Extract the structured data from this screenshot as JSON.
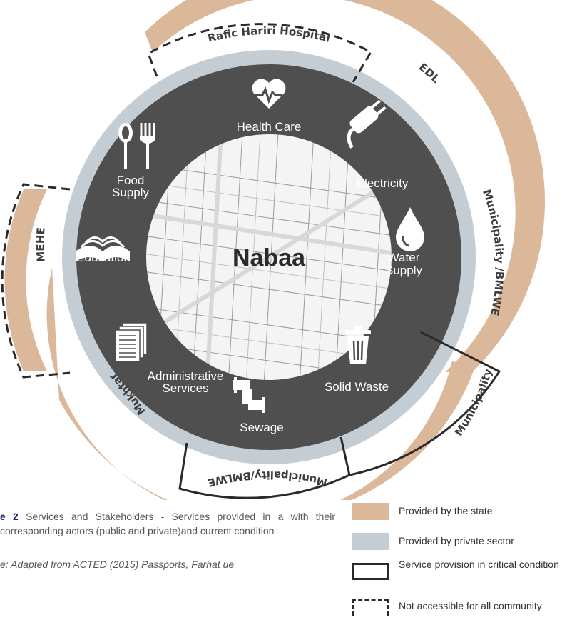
{
  "colors": {
    "state": "#dcb89b",
    "private": "#c4cdd3",
    "inner_disk": "#4f4f4f",
    "critical_border": "#2a2a2a",
    "caption_accent": "#1b2a6b"
  },
  "center": {
    "label": "Nabaa"
  },
  "services": [
    {
      "label_lines": [
        "Health Care"
      ],
      "icon": "heart-pulse-icon"
    },
    {
      "label_lines": [
        "Electricity"
      ],
      "icon": "plug-icon"
    },
    {
      "label_lines": [
        "Water",
        "Supply"
      ],
      "icon": "water-drop-icon"
    },
    {
      "label_lines": [
        "Solid Waste"
      ],
      "icon": "trash-bin-icon"
    },
    {
      "label_lines": [
        "Sewage"
      ],
      "icon": "pipe-icon"
    },
    {
      "label_lines": [
        "Administrative",
        "Services"
      ],
      "icon": "documents-icon"
    },
    {
      "label_lines": [
        "Education"
      ],
      "icon": "open-book-icon"
    },
    {
      "label_lines": [
        "Food",
        "Supply"
      ],
      "icon": "spoon-fork-icon"
    }
  ],
  "stakeholders": [
    {
      "label": "Rafic Hariri Hospital",
      "provider": "state",
      "critical": false,
      "not_accessible": true
    },
    {
      "label": "EDL",
      "provider": "state",
      "critical": false,
      "not_accessible": false
    },
    {
      "label": "Municipality /BMLWE",
      "provider": "state",
      "critical": false,
      "not_accessible": false
    },
    {
      "label": "Municipality",
      "provider": "state",
      "critical": true,
      "not_accessible": false
    },
    {
      "label": "Municipality/BMLWE",
      "provider": "state",
      "critical": true,
      "not_accessible": false
    },
    {
      "label": "Mukhtar",
      "provider": "state",
      "critical": false,
      "not_accessible": false
    },
    {
      "label": "MEHE",
      "provider": "state",
      "critical": false,
      "not_accessible": true
    }
  ],
  "legend": [
    {
      "label": "Provided by the state",
      "style": "state"
    },
    {
      "label": "Provided by private sector",
      "style": "private"
    },
    {
      "label": "Service provision in critical condition",
      "style": "critical"
    },
    {
      "label": "Not accessible for all community",
      "style": "dashed"
    }
  ],
  "caption": {
    "figure_number": "e 2",
    "text": " Services and Stakeholders - Services provided in a with their corresponding actors (public and private)and current condition",
    "source": "e: Adapted from ACTED (2015) Passports, Farhat ue"
  }
}
